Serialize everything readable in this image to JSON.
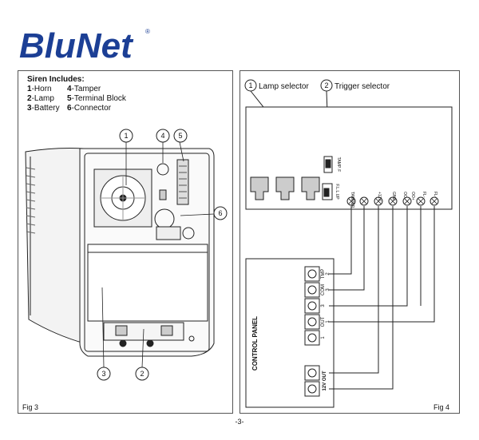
{
  "brand": {
    "name": "BluNet",
    "mark": "®"
  },
  "left_figure": {
    "title": "Siren Includes:",
    "items": [
      {
        "num": "1",
        "label": "Horn"
      },
      {
        "num": "2",
        "label": "Lamp"
      },
      {
        "num": "3",
        "label": "Battery"
      },
      {
        "num": "4",
        "label": "Tamper"
      },
      {
        "num": "5",
        "label": "Terminal Block"
      },
      {
        "num": "6",
        "label": "Connector"
      }
    ],
    "callouts": [
      "1",
      "4",
      "5",
      "6",
      "3",
      "2"
    ],
    "caption": "Fig 3"
  },
  "right_figure": {
    "callout1": {
      "num": "1",
      "label": "Lamp selector"
    },
    "callout2": {
      "num": "2",
      "label": "Trigger selector"
    },
    "jumper_labels": [
      "TAMP. F",
      "F.L.L.UP"
    ],
    "terminals": [
      "TAMPER",
      "+12V",
      "GND",
      "OO-",
      "OO+",
      "FL-",
      "FL-"
    ],
    "panel_title": "CONTROL PANEL",
    "panel_terminals": [
      "TMP",
      "COM",
      "3",
      "OUT",
      "1"
    ],
    "panel_numbers": [
      "2",
      "3",
      "1"
    ],
    "out12_label": "12V OUT",
    "caption": "Fig 4"
  },
  "page": {
    "number": "-3-"
  },
  "colors": {
    "brand": "#1c3f95",
    "line": "#222222"
  }
}
